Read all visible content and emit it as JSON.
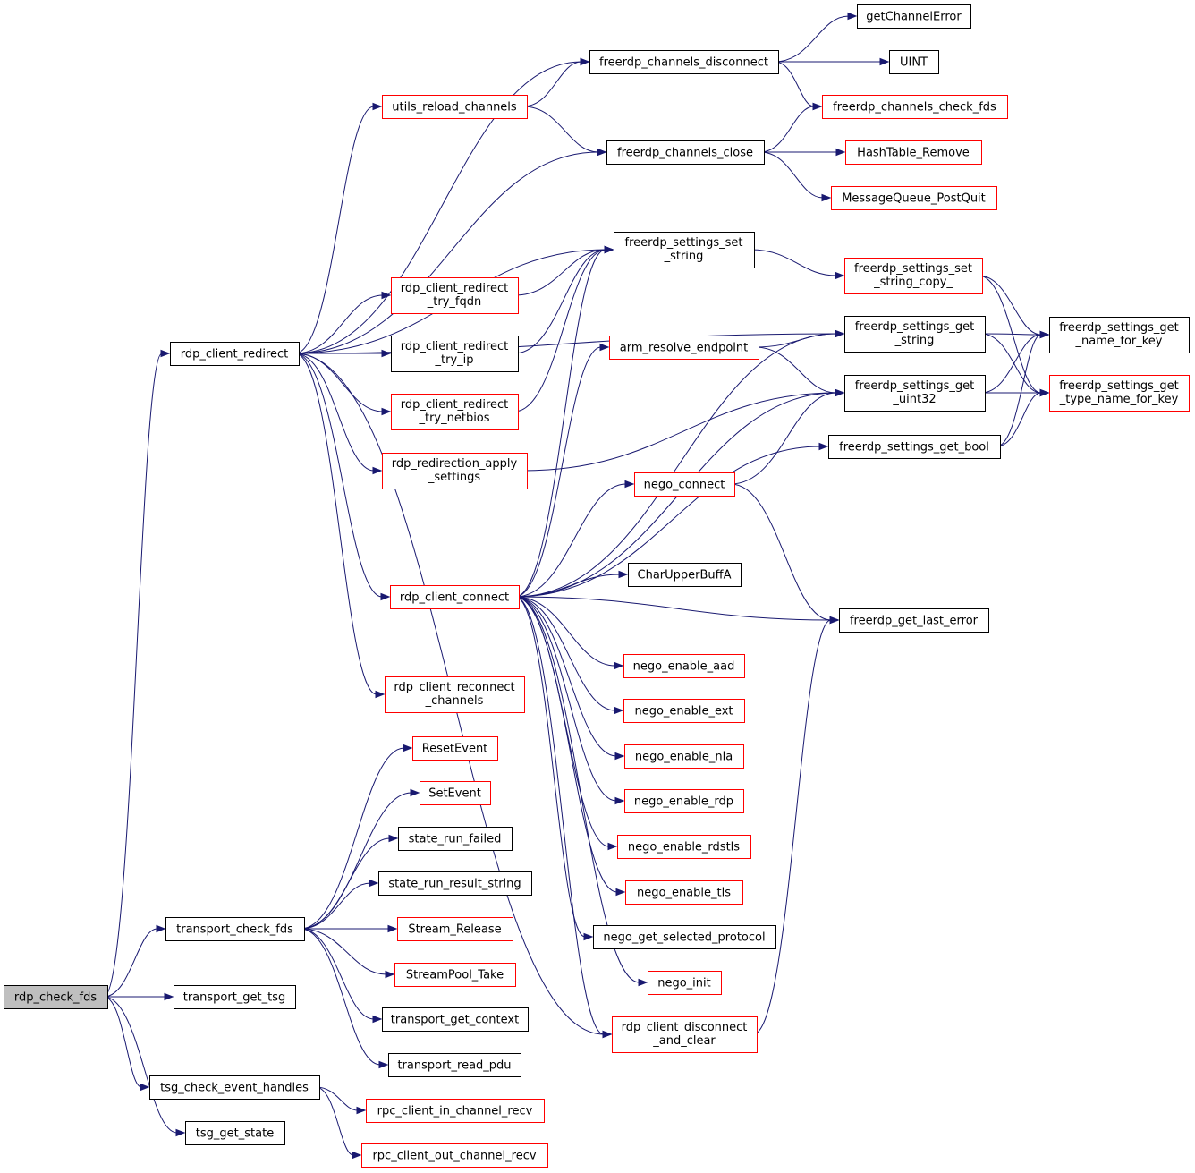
{
  "nodes": {
    "rdp_check_fds": {
      "lines": [
        "rdp_check_fds"
      ],
      "style": "root"
    },
    "rdp_client_redirect": {
      "lines": [
        "rdp_client_redirect"
      ],
      "style": "black"
    },
    "transport_check_fds": {
      "lines": [
        "transport_check_fds"
      ],
      "style": "black"
    },
    "transport_get_tsg": {
      "lines": [
        "transport_get_tsg"
      ],
      "style": "black"
    },
    "tsg_check_event_handles": {
      "lines": [
        "tsg_check_event_handles"
      ],
      "style": "black"
    },
    "tsg_get_state": {
      "lines": [
        "tsg_get_state"
      ],
      "style": "black"
    },
    "utils_reload_channels": {
      "lines": [
        "utils_reload_channels"
      ],
      "style": "red"
    },
    "rdp_client_redirect_try_fqdn": {
      "lines": [
        "rdp_client_redirect",
        "_try_fqdn"
      ],
      "style": "red"
    },
    "rdp_client_redirect_try_ip": {
      "lines": [
        "rdp_client_redirect",
        "_try_ip"
      ],
      "style": "black"
    },
    "rdp_client_redirect_try_netbios": {
      "lines": [
        "rdp_client_redirect",
        "_try_netbios"
      ],
      "style": "red"
    },
    "rdp_redirection_apply_settings": {
      "lines": [
        "rdp_redirection_apply",
        "_settings"
      ],
      "style": "red"
    },
    "rdp_client_connect": {
      "lines": [
        "rdp_client_connect"
      ],
      "style": "red"
    },
    "rdp_client_reconnect_channels": {
      "lines": [
        "rdp_client_reconnect",
        "_channels"
      ],
      "style": "red"
    },
    "ResetEvent": {
      "lines": [
        "ResetEvent"
      ],
      "style": "red"
    },
    "SetEvent": {
      "lines": [
        "SetEvent"
      ],
      "style": "red"
    },
    "state_run_failed": {
      "lines": [
        "state_run_failed"
      ],
      "style": "black"
    },
    "state_run_result_string": {
      "lines": [
        "state_run_result_string"
      ],
      "style": "black"
    },
    "Stream_Release": {
      "lines": [
        "Stream_Release"
      ],
      "style": "red"
    },
    "StreamPool_Take": {
      "lines": [
        "StreamPool_Take"
      ],
      "style": "red"
    },
    "transport_get_context": {
      "lines": [
        "transport_get_context"
      ],
      "style": "black"
    },
    "transport_read_pdu": {
      "lines": [
        "transport_read_pdu"
      ],
      "style": "black"
    },
    "rpc_client_in_channel_recv": {
      "lines": [
        "rpc_client_in_channel_recv"
      ],
      "style": "red"
    },
    "rpc_client_out_channel_recv": {
      "lines": [
        "rpc_client_out_channel_recv"
      ],
      "style": "red"
    },
    "freerdp_channels_disconnect": {
      "lines": [
        "freerdp_channels_disconnect"
      ],
      "style": "black"
    },
    "freerdp_channels_close": {
      "lines": [
        "freerdp_channels_close"
      ],
      "style": "black"
    },
    "freerdp_settings_set_string": {
      "lines": [
        "freerdp_settings_set",
        "_string"
      ],
      "style": "black"
    },
    "arm_resolve_endpoint": {
      "lines": [
        "arm_resolve_endpoint"
      ],
      "style": "red"
    },
    "nego_connect": {
      "lines": [
        "nego_connect"
      ],
      "style": "red"
    },
    "CharUpperBuffA": {
      "lines": [
        "CharUpperBuffA"
      ],
      "style": "black"
    },
    "nego_enable_aad": {
      "lines": [
        "nego_enable_aad"
      ],
      "style": "red"
    },
    "nego_enable_ext": {
      "lines": [
        "nego_enable_ext"
      ],
      "style": "red"
    },
    "nego_enable_nla": {
      "lines": [
        "nego_enable_nla"
      ],
      "style": "red"
    },
    "nego_enable_rdp": {
      "lines": [
        "nego_enable_rdp"
      ],
      "style": "red"
    },
    "nego_enable_rdstls": {
      "lines": [
        "nego_enable_rdstls"
      ],
      "style": "red"
    },
    "nego_enable_tls": {
      "lines": [
        "nego_enable_tls"
      ],
      "style": "red"
    },
    "nego_get_selected_protocol": {
      "lines": [
        "nego_get_selected_protocol"
      ],
      "style": "black"
    },
    "nego_init": {
      "lines": [
        "nego_init"
      ],
      "style": "red"
    },
    "rdp_client_disconnect_and_clear": {
      "lines": [
        "rdp_client_disconnect",
        "_and_clear"
      ],
      "style": "red"
    },
    "getChannelError": {
      "lines": [
        "getChannelError"
      ],
      "style": "black"
    },
    "UINT": {
      "lines": [
        "UINT"
      ],
      "style": "black"
    },
    "freerdp_channels_check_fds": {
      "lines": [
        "freerdp_channels_check_fds"
      ],
      "style": "red"
    },
    "HashTable_Remove": {
      "lines": [
        "HashTable_Remove"
      ],
      "style": "red"
    },
    "MessageQueue_PostQuit": {
      "lines": [
        "MessageQueue_PostQuit"
      ],
      "style": "red"
    },
    "freerdp_settings_set_string_copy_": {
      "lines": [
        "freerdp_settings_set",
        "_string_copy_"
      ],
      "style": "red"
    },
    "freerdp_settings_get_string": {
      "lines": [
        "freerdp_settings_get",
        "_string"
      ],
      "style": "black"
    },
    "freerdp_settings_get_uint32": {
      "lines": [
        "freerdp_settings_get",
        "_uint32"
      ],
      "style": "black"
    },
    "freerdp_settings_get_bool": {
      "lines": [
        "freerdp_settings_get_bool"
      ],
      "style": "black"
    },
    "freerdp_get_last_error": {
      "lines": [
        "freerdp_get_last_error"
      ],
      "style": "black"
    },
    "freerdp_settings_get_name_for_key": {
      "lines": [
        "freerdp_settings_get",
        "_name_for_key"
      ],
      "style": "black"
    },
    "freerdp_settings_get_type_name_for_key": {
      "lines": [
        "freerdp_settings_get",
        "_type_name_for_key"
      ],
      "style": "red"
    }
  },
  "edges": [
    [
      "rdp_check_fds",
      "rdp_client_redirect"
    ],
    [
      "rdp_check_fds",
      "transport_check_fds"
    ],
    [
      "rdp_check_fds",
      "transport_get_tsg"
    ],
    [
      "rdp_check_fds",
      "tsg_check_event_handles"
    ],
    [
      "rdp_check_fds",
      "tsg_get_state"
    ],
    [
      "rdp_client_redirect",
      "freerdp_channels_disconnect"
    ],
    [
      "rdp_client_redirect",
      "utils_reload_channels"
    ],
    [
      "rdp_client_redirect",
      "freerdp_channels_close"
    ],
    [
      "rdp_client_redirect",
      "freerdp_settings_get_string"
    ],
    [
      "rdp_client_redirect",
      "freerdp_settings_set_string"
    ],
    [
      "rdp_client_redirect",
      "rdp_client_redirect_try_fqdn"
    ],
    [
      "rdp_client_redirect",
      "rdp_client_redirect_try_ip"
    ],
    [
      "rdp_client_redirect",
      "rdp_client_redirect_try_netbios"
    ],
    [
      "rdp_client_redirect",
      "rdp_redirection_apply_settings"
    ],
    [
      "rdp_client_redirect",
      "rdp_client_connect"
    ],
    [
      "rdp_client_redirect",
      "rdp_client_reconnect_channels"
    ],
    [
      "rdp_client_redirect",
      "rdp_client_disconnect_and_clear"
    ],
    [
      "utils_reload_channels",
      "freerdp_channels_disconnect"
    ],
    [
      "utils_reload_channels",
      "freerdp_channels_close"
    ],
    [
      "freerdp_channels_disconnect",
      "getChannelError"
    ],
    [
      "freerdp_channels_disconnect",
      "UINT"
    ],
    [
      "freerdp_channels_disconnect",
      "freerdp_channels_check_fds"
    ],
    [
      "freerdp_channels_close",
      "freerdp_channels_check_fds"
    ],
    [
      "freerdp_channels_close",
      "HashTable_Remove"
    ],
    [
      "freerdp_channels_close",
      "MessageQueue_PostQuit"
    ],
    [
      "freerdp_settings_set_string",
      "freerdp_settings_set_string_copy_"
    ],
    [
      "freerdp_settings_set_string_copy_",
      "freerdp_settings_get_name_for_key"
    ],
    [
      "freerdp_settings_set_string_copy_",
      "freerdp_settings_get_type_name_for_key"
    ],
    [
      "freerdp_settings_get_string",
      "freerdp_settings_get_name_for_key"
    ],
    [
      "freerdp_settings_get_string",
      "freerdp_settings_get_type_name_for_key"
    ],
    [
      "freerdp_settings_get_uint32",
      "freerdp_settings_get_name_for_key"
    ],
    [
      "freerdp_settings_get_uint32",
      "freerdp_settings_get_type_name_for_key"
    ],
    [
      "freerdp_settings_get_bool",
      "freerdp_settings_get_name_for_key"
    ],
    [
      "freerdp_settings_get_bool",
      "freerdp_settings_get_type_name_for_key"
    ],
    [
      "rdp_client_redirect_try_fqdn",
      "freerdp_settings_set_string"
    ],
    [
      "rdp_client_redirect_try_ip",
      "freerdp_settings_set_string"
    ],
    [
      "rdp_client_redirect_try_netbios",
      "freerdp_settings_set_string"
    ],
    [
      "rdp_redirection_apply_settings",
      "freerdp_settings_get_uint32"
    ],
    [
      "rdp_client_connect",
      "freerdp_settings_set_string"
    ],
    [
      "rdp_client_connect",
      "freerdp_settings_get_string"
    ],
    [
      "rdp_client_connect",
      "arm_resolve_endpoint"
    ],
    [
      "rdp_client_connect",
      "freerdp_settings_get_uint32"
    ],
    [
      "rdp_client_connect",
      "nego_connect"
    ],
    [
      "rdp_client_connect",
      "freerdp_settings_get_bool"
    ],
    [
      "rdp_client_connect",
      "CharUpperBuffA"
    ],
    [
      "rdp_client_connect",
      "freerdp_get_last_error"
    ],
    [
      "rdp_client_connect",
      "nego_enable_aad"
    ],
    [
      "rdp_client_connect",
      "nego_enable_ext"
    ],
    [
      "rdp_client_connect",
      "nego_enable_nla"
    ],
    [
      "rdp_client_connect",
      "nego_enable_rdp"
    ],
    [
      "rdp_client_connect",
      "nego_enable_rdstls"
    ],
    [
      "rdp_client_connect",
      "nego_enable_tls"
    ],
    [
      "rdp_client_connect",
      "nego_get_selected_protocol"
    ],
    [
      "rdp_client_connect",
      "nego_init"
    ],
    [
      "rdp_client_connect",
      "rdp_client_disconnect_and_clear"
    ],
    [
      "arm_resolve_endpoint",
      "freerdp_settings_get_string"
    ],
    [
      "arm_resolve_endpoint",
      "freerdp_settings_get_uint32"
    ],
    [
      "nego_connect",
      "freerdp_settings_get_uint32"
    ],
    [
      "nego_connect",
      "freerdp_get_last_error"
    ],
    [
      "rdp_client_disconnect_and_clear",
      "freerdp_get_last_error"
    ],
    [
      "transport_check_fds",
      "ResetEvent"
    ],
    [
      "transport_check_fds",
      "SetEvent"
    ],
    [
      "transport_check_fds",
      "state_run_failed"
    ],
    [
      "transport_check_fds",
      "state_run_result_string"
    ],
    [
      "transport_check_fds",
      "Stream_Release"
    ],
    [
      "transport_check_fds",
      "StreamPool_Take"
    ],
    [
      "transport_check_fds",
      "transport_get_context"
    ],
    [
      "transport_check_fds",
      "transport_read_pdu"
    ],
    [
      "tsg_check_event_handles",
      "rpc_client_in_channel_recv"
    ],
    [
      "tsg_check_event_handles",
      "rpc_client_out_channel_recv"
    ]
  ]
}
